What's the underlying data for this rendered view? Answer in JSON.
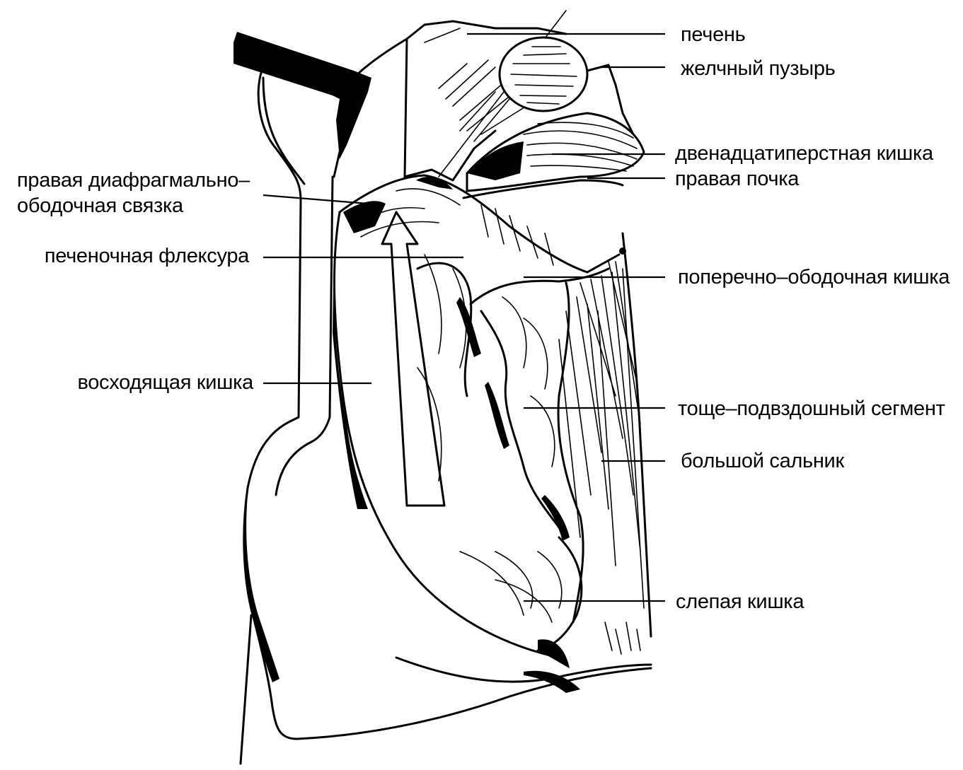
{
  "labels": {
    "liver": "печень",
    "gallbladder": "желчный пузырь",
    "duodenum": "двенадцатиперстная кишка",
    "right_kidney": "правая почка",
    "phrenicocolic_1": "правая диафрагмально–",
    "phrenicocolic_2": "ободочная связка",
    "hepatic_flexure": "печеночная флексура",
    "transverse_colon": "поперечно–ободочная кишка",
    "ascending_colon": "восходящая кишка",
    "jejunoileal": "тоще–подвздошный сегмент",
    "greater_omentum": "большой сальник",
    "cecum": "слепая кишка"
  },
  "colors": {
    "ink": "#000000",
    "background": "#ffffff"
  }
}
